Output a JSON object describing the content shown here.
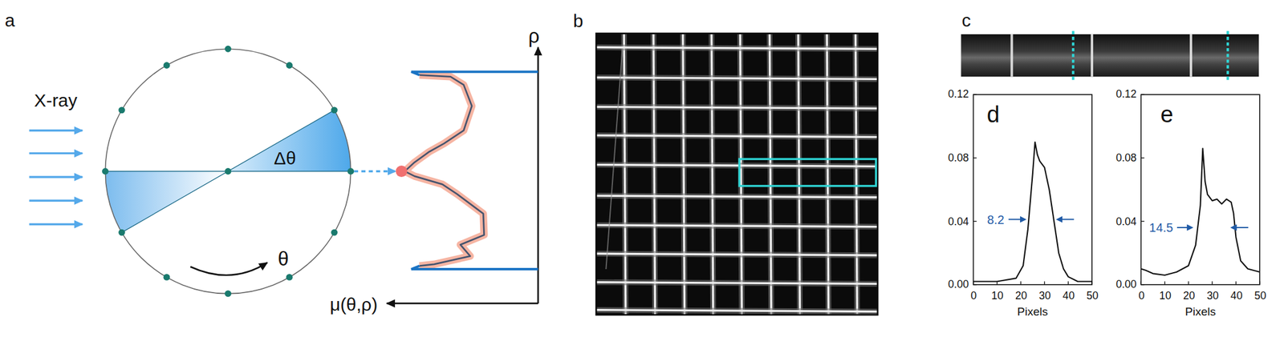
{
  "diagram": {
    "labels": [
      "a",
      "X-ray",
      "Δθ",
      "θ",
      "ρ",
      "μ(θ,ρ)",
      "b",
      "c",
      "d",
      "8.2",
      "0.12",
      "0.08",
      "0.04",
      "0.00",
      "0",
      "10",
      "20",
      "30",
      "40",
      "50",
      "Pixels",
      "e",
      "14.5",
      "0.12",
      "0.08",
      "0.04",
      "0.00",
      "0",
      "10",
      "20",
      "30",
      "40",
      "50",
      "Pixels"
    ]
  }
}
